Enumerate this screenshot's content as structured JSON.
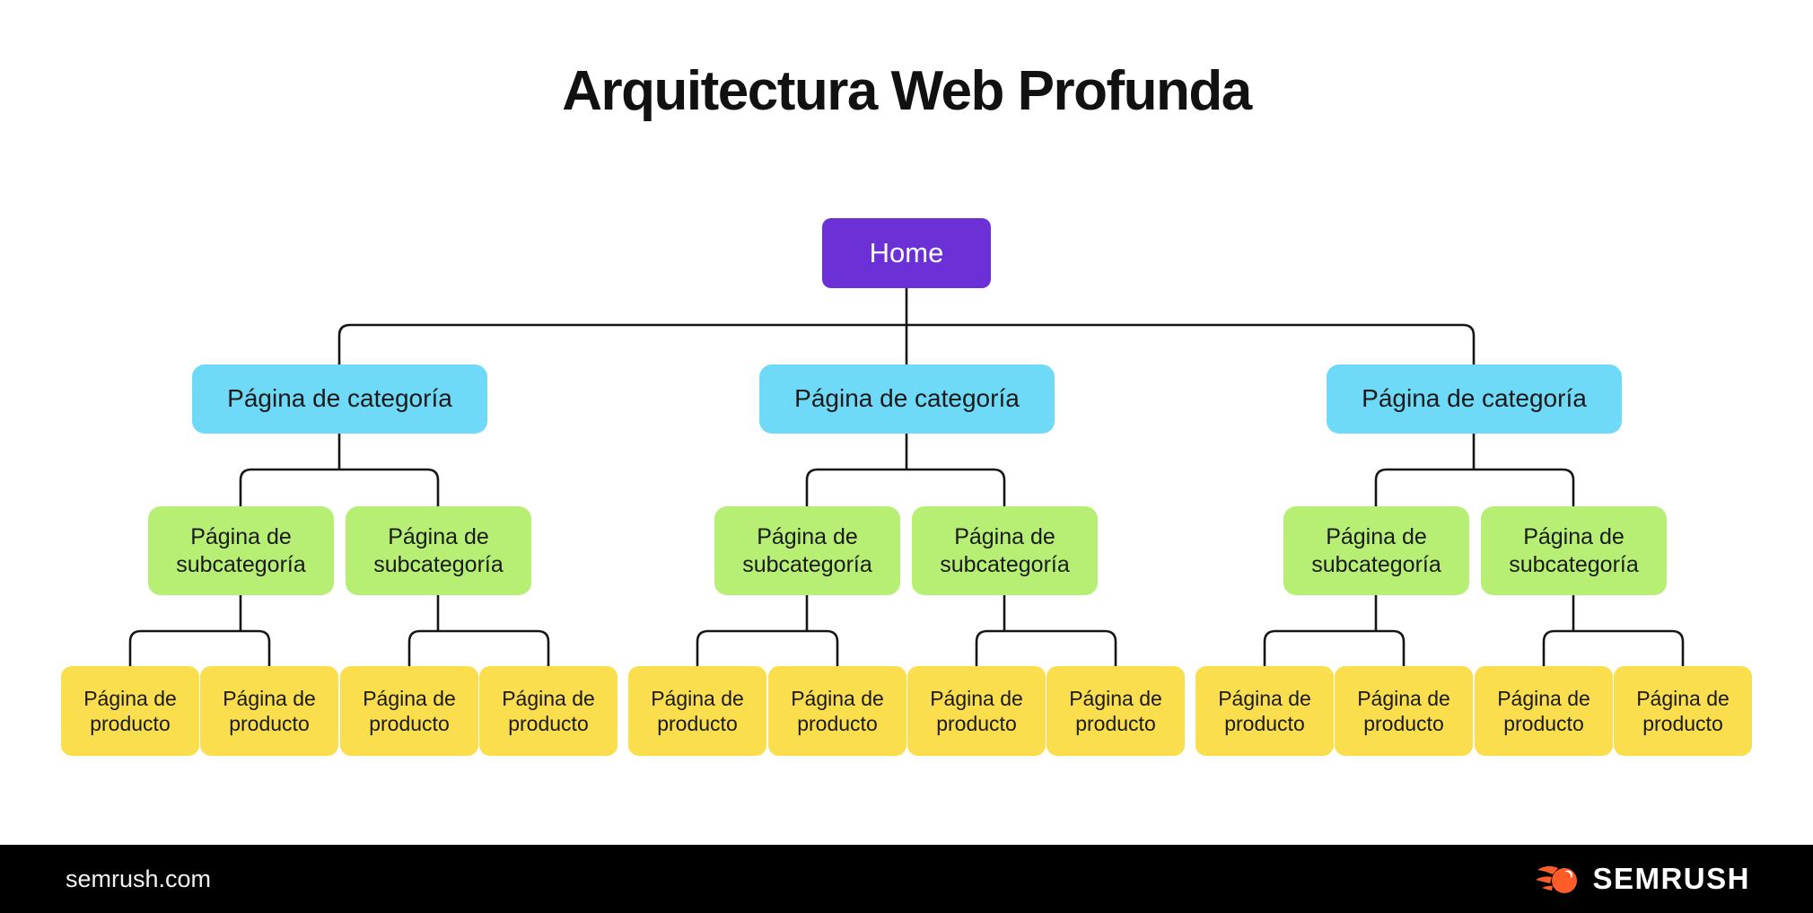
{
  "title": "Arquitectura Web Profunda",
  "tree": {
    "home": {
      "label": "Home"
    },
    "categories": [
      {
        "label": "Página de categoría",
        "subcategories": [
          {
            "label": "Página de subcategoría",
            "products": [
              {
                "label": "Página de producto"
              },
              {
                "label": "Página de producto"
              }
            ]
          },
          {
            "label": "Página de subcategoría",
            "products": [
              {
                "label": "Página de producto"
              },
              {
                "label": "Página de producto"
              }
            ]
          }
        ]
      },
      {
        "label": "Página de categoría",
        "subcategories": [
          {
            "label": "Página de subcategoría",
            "products": [
              {
                "label": "Página de producto"
              },
              {
                "label": "Página de producto"
              }
            ]
          },
          {
            "label": "Página de subcategoría",
            "products": [
              {
                "label": "Página de producto"
              },
              {
                "label": "Página de producto"
              }
            ]
          }
        ]
      },
      {
        "label": "Página de categoría",
        "subcategories": [
          {
            "label": "Página de subcategoría",
            "products": [
              {
                "label": "Página de producto"
              },
              {
                "label": "Página de producto"
              }
            ]
          },
          {
            "label": "Página de subcategoría",
            "products": [
              {
                "label": "Página de producto"
              },
              {
                "label": "Página de producto"
              }
            ]
          }
        ]
      }
    ]
  },
  "footer": {
    "site": "semrush.com",
    "brand": "SEMRUSH",
    "logo_icon": "semrush-comet-icon"
  },
  "colors": {
    "home_purple": "#6C31D6",
    "category_cyan": "#6FD9F8",
    "subcategory_green": "#B6EF74",
    "product_yellow": "#FADE4D",
    "connector_black": "#151515",
    "footer_black": "#000000",
    "brand_orange": "#FF5C28"
  }
}
